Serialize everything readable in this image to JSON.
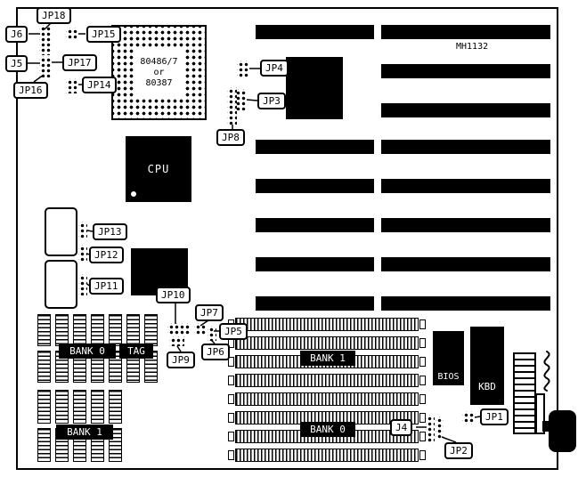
{
  "board": {
    "model": "MH1132"
  },
  "socket": {
    "lines": [
      "80486/7",
      "or",
      "80387"
    ]
  },
  "chips": {
    "cpu": "CPU",
    "bios": "BIOS",
    "kbd": "KBD"
  },
  "memory": {
    "left_top_bank_label": "BANK 0",
    "left_top_tag_label": "TAG",
    "left_bottom_bank_label": "BANK 1",
    "simm_upper_label": "BANK 1",
    "simm_lower_label": "BANK 0"
  },
  "callouts": {
    "jp18": "JP18",
    "j6": "J6",
    "jp15": "JP15",
    "j5": "J5",
    "jp17": "JP17",
    "jp16": "JP16",
    "jp14": "JP14",
    "jp4": "JP4",
    "jp3": "JP3",
    "jp8": "JP8",
    "jp13": "JP13",
    "jp12": "JP12",
    "jp11": "JP11",
    "jp10": "JP10",
    "jp7": "JP7",
    "jp5": "JP5",
    "jp6": "JP6",
    "jp9": "JP9",
    "j4": "J4",
    "jp1": "JP1",
    "jp2": "JP2"
  }
}
